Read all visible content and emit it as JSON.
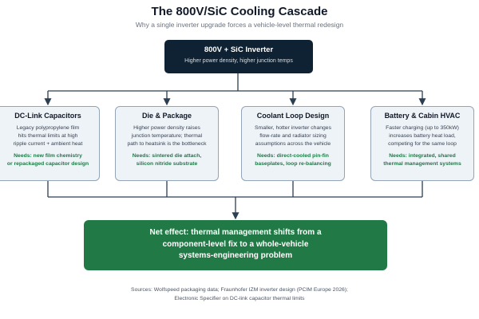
{
  "title": "The 800V/SiC Cooling Cascade",
  "subtitle": "Why a single inverter upgrade forces a vehicle-level thermal redesign",
  "source_node": {
    "title": "800V + SiC Inverter",
    "subtitle": "Higher power density, higher junction temps"
  },
  "cards": [
    {
      "title": "DC-Link Capacitors",
      "desc": [
        "Legacy polypropylene film",
        "hits thermal limits at high",
        "ripple current + ambient heat"
      ],
      "needs": [
        "Needs: new film chemistry",
        "or repackaged capacitor design"
      ]
    },
    {
      "title": "Die & Package",
      "desc": [
        "Higher power density raises",
        "junction temperature; thermal",
        "path to heatsink is the bottleneck"
      ],
      "needs": [
        "Needs: sintered die attach,",
        "silicon nitride substrate"
      ]
    },
    {
      "title": "Coolant Loop Design",
      "desc": [
        "Smaller, hotter inverter changes",
        "flow-rate and radiator sizing",
        "assumptions across the vehicle"
      ],
      "needs": [
        "Needs: direct-cooled pin-fin",
        "baseplates, loop re-balancing"
      ]
    },
    {
      "title": "Battery & Cabin HVAC",
      "desc": [
        "Faster charging (up to 350kW)",
        "increases battery heat load,",
        "competing for the same loop"
      ],
      "needs": [
        "Needs: integrated, shared",
        "thermal management systems"
      ]
    }
  ],
  "net_effect": [
    "Net effect: thermal management shifts from a",
    "component-level fix to a whole-vehicle",
    "systems-engineering problem"
  ],
  "sources": [
    "Sources: Wolfspeed packaging data; Fraunhofer IZM inverter design (PCIM Europe 2026);",
    "Electronic Specifier on DC-link capacitor thermal limits"
  ],
  "colors": {
    "source_node_bg": "#0f2233",
    "card_bg": "#eef3f8",
    "card_border": "#93a4b6",
    "needs_text": "#1e7a46",
    "net_effect_bg": "#217a45",
    "connector": "#2b3f52"
  }
}
